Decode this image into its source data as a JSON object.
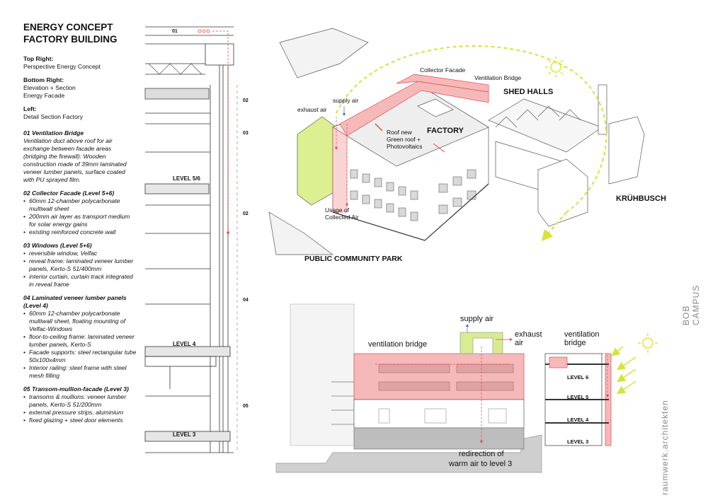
{
  "title": {
    "line1": "ENERGY CONCEPT",
    "line2": "FACTORY BUILDING"
  },
  "legend": [
    {
      "heading": "Top Right:",
      "text": "Perspective Energy Concept"
    },
    {
      "heading": "Bottom Right:",
      "text": "Elevation + Section\nEnergy Facade"
    },
    {
      "heading": "Left:",
      "text": "Detail Section Factory"
    }
  ],
  "items": [
    {
      "heading": "01 Ventilation Bridge",
      "description": "Ventilation duct above roof for air exchange between facade areas (bridging the firewall): Wooden construction made of 39mm laminated veneer lumber panels, surface coated with PU sprayed film.",
      "bullets": []
    },
    {
      "heading": "02 Collector Facade (Level 5+6)",
      "description": "",
      "bullets": [
        "60mm 12-chamber polycarbonate multiwall sheet",
        "200mm air layer as transport medium for solar energy gains",
        "existing reinforced concrete wall"
      ]
    },
    {
      "heading": "03 Windows (Level 5+6)",
      "description": "",
      "bullets": [
        "reversible window, Velfac",
        "reveal frame: laminated veneer lumber panels, Kerto-S 51/400mm",
        "interior curtain, curtain track integrated in reveal frame"
      ]
    },
    {
      "heading": "04 Laminated veneer lumber panels (Level 4)",
      "description": "",
      "bullets": [
        "60mm 12-chamber polycarbonate multiwall sheet, floating mounting of Velfac-Windows",
        "floor-to-ceiling frame: laminated veneer lumber panels, Kerto-S",
        "Facade supports: steel rectangular tube 50x100x4mm",
        "Interior railing: steel frame with steel mesh filling"
      ]
    },
    {
      "heading": "05 Transom-mullion-facade (Level 3)",
      "description": "",
      "bullets": [
        "transoms & mullions: veneer lumber panels, Kerto-S 51/200mm",
        "external pressure strips, aluminium",
        "fixed glazing + steel door elements"
      ]
    }
  ],
  "detail_section": {
    "markers": [
      "01",
      "02",
      "03",
      "02",
      "04",
      "05"
    ],
    "levels": [
      "LEVEL 5/6",
      "LEVEL 4",
      "LEVEL 3"
    ]
  },
  "perspective": {
    "labels": {
      "collector_facade": "Collector Facade",
      "ventilation_bridge": "Ventilation Bridge",
      "shed_halls": "SHED HALLS",
      "supply_air": "supply air",
      "exhaust_air": "exhaust air",
      "factory": "FACTORY",
      "roof": "Roof new\nGreen roof +\nPhotovoltaics",
      "usage": "Usage of\nCollected Air",
      "kruhbusch": "KRÜHBUSCH",
      "park": "PUBLIC COMMUNITY PARK"
    }
  },
  "elevation": {
    "labels": {
      "supply_air": "supply air",
      "exhaust_air": "exhaust\nair",
      "ventilation_bridge": "ventilation bridge",
      "redirection": "redirection of\nwarm air to level 3"
    }
  },
  "section": {
    "labels": {
      "ventilation_bridge": "ventilation\nbridge",
      "levels": [
        "LEVEL 6",
        "LEVEL 5",
        "LEVEL 4",
        "LEVEL 3"
      ]
    }
  },
  "side": {
    "project": "BOB CAMPUS",
    "office": "raumwerk.architekten"
  },
  "colors": {
    "accent_red": "#e8474a",
    "red_fill": "#f6b9b9",
    "green_fill": "#d8ec8f",
    "yellow": "#e2e535"
  }
}
